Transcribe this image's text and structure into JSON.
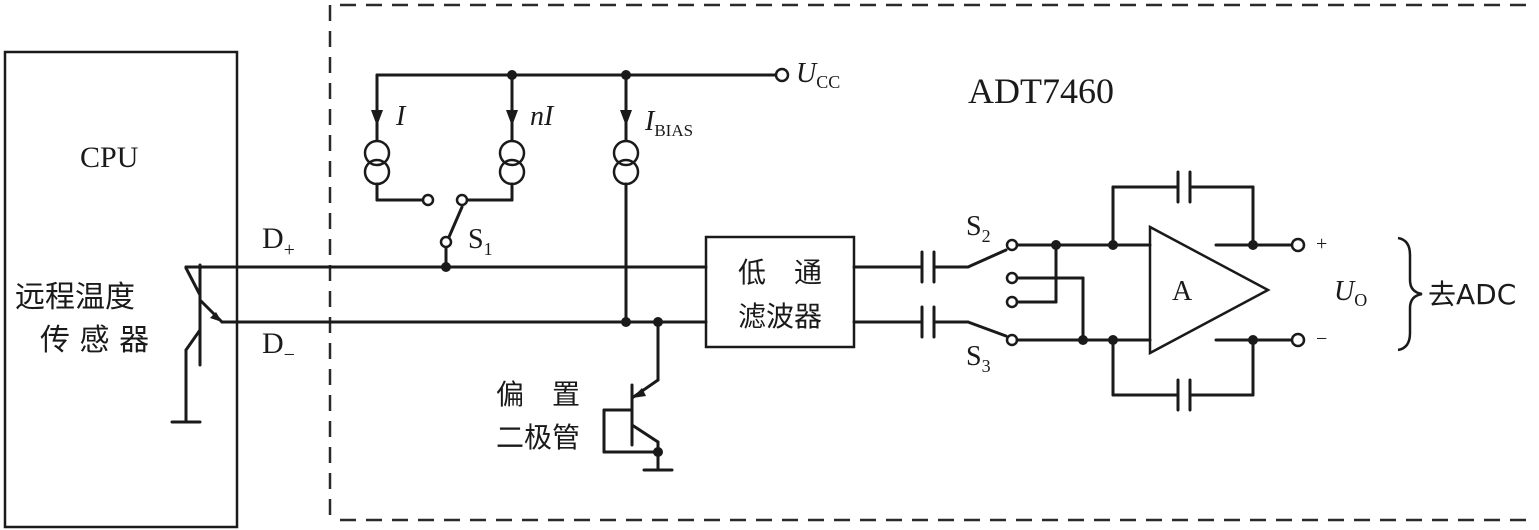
{
  "labels": {
    "cpu": "CPU",
    "sensor_line1": "远程温度",
    "sensor_line2": "传 感 器",
    "chip": "ADT7460",
    "ucc": "U",
    "ucc_sub": "CC",
    "src_i": "I",
    "src_ni": "nI",
    "src_ibias": "I",
    "src_ibias_sub": "BIAS",
    "dplus": "D",
    "dplus_sub": "+",
    "dminus": "D",
    "dminus_sub": "−",
    "s1": "S",
    "s1_sub": "1",
    "s2": "S",
    "s2_sub": "2",
    "s3": "S",
    "s3_sub": "3",
    "filter_line1": "低　通",
    "filter_line2": "滤波器",
    "bias_line1": "偏　置",
    "bias_line2": "二极管",
    "amp": "A",
    "uo": "U",
    "uo_sub": "O",
    "plus": "+",
    "minus": "−",
    "adc": "去ADC"
  }
}
